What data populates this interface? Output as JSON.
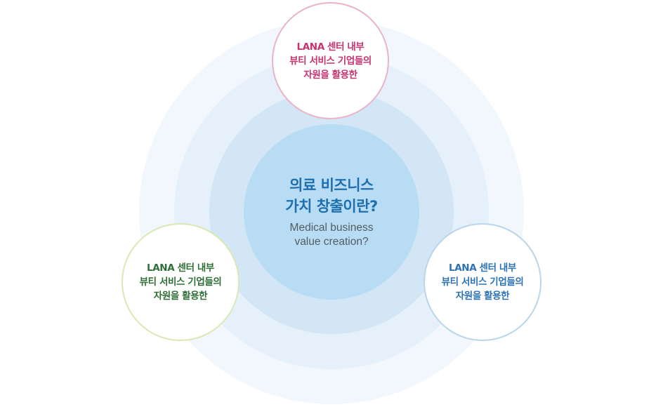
{
  "center": {
    "title_line1": "의료 비즈니스",
    "title_line2": "가치 창출이란?",
    "subtitle_line1": "Medical business",
    "subtitle_line2": "value creation?"
  },
  "nodes": [
    {
      "position": "top",
      "lines": [
        "LANA 센터 내부",
        "뷰티 서비스 기업들의",
        "자원을 활용한"
      ],
      "color": "#c8336f",
      "border_color": "#eab3c7"
    },
    {
      "position": "bottom-left",
      "lines": [
        "LANA 센터 내부",
        "뷰티 서비스 기업들의",
        "자원을 활용한"
      ],
      "color": "#2f6e37",
      "border_color": "#dbe8b4"
    },
    {
      "position": "bottom-right",
      "lines": [
        "LANA 센터 내부",
        "뷰티 서비스 기업들의",
        "자원을 활용한"
      ],
      "color": "#2c72b5",
      "border_color": "#b9d5ea"
    }
  ],
  "colors": {
    "ring_outer": "#f1f7fc",
    "ring_mid": "#e5f0fa",
    "ring_inner": "#d2e6f6",
    "ring_core": "#b7dcf4",
    "center_title": "#1f6fae",
    "center_subtitle": "#555c63"
  }
}
